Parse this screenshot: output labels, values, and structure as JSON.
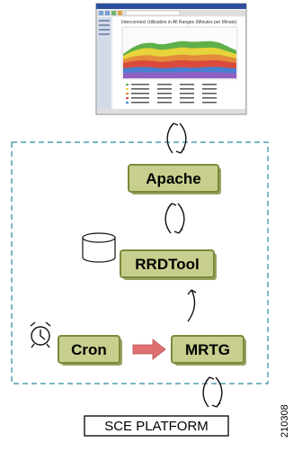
{
  "nodes": {
    "apache": "Apache",
    "rrdtool": "RRDTool",
    "cron": "Cron",
    "mrtg": "MRTG"
  },
  "platform": "SCE PLATFORM",
  "figure_id": "210308",
  "screenshot": {
    "chart_title": "Interconnect Utilization in All Ranges (Minutes per Minute)"
  },
  "colors": {
    "node_fill": "#c8cf8e",
    "node_border": "#7b8a3a",
    "frame": "#2b8a99",
    "arrow_fill": "#e07070"
  },
  "icons": {
    "clock": "alarm-clock-icon",
    "database": "database-cylinder-icon"
  }
}
